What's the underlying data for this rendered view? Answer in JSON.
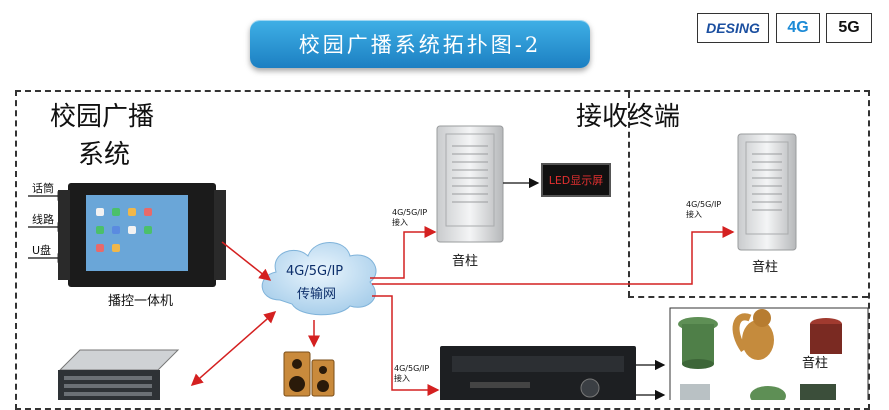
{
  "banner": {
    "title": "校园广播系统拓扑图-2"
  },
  "logos": {
    "desing": "DESING",
    "fourg": "4G",
    "fiveg": "5G"
  },
  "sections": {
    "broadcast_system": [
      "校园广播",
      "系统"
    ],
    "receive_terminal": "接收终端"
  },
  "inputs": {
    "mic": "话筒",
    "line": "线路",
    "udisk": "U盘"
  },
  "devices": {
    "console": "播控一体机",
    "network": [
      "4G/5G/IP",
      "传输网"
    ],
    "led": "LED显示屏",
    "column_speaker_1": "音柱",
    "column_speaker_2": "音柱",
    "column_speaker_3": "音柱"
  },
  "access_labels": {
    "a1": [
      "4G/5G/IP",
      "接入"
    ],
    "a2": [
      "4G/5G/IP",
      "接入"
    ],
    "a3": [
      "4G/5G/IP",
      "接入"
    ]
  },
  "colors": {
    "banner": "#2a95d6",
    "arrow_red": "#d42020",
    "led_text": "#e23030",
    "cloud": "#9fc9e8"
  }
}
